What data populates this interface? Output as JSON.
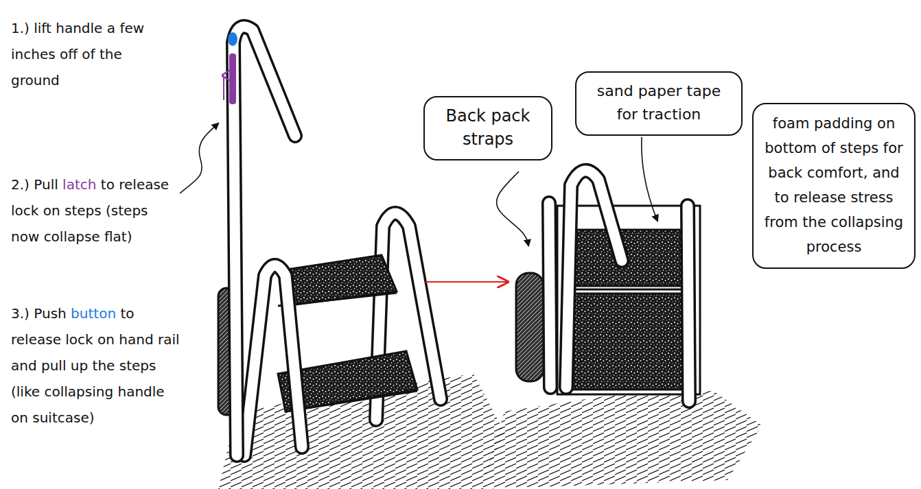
{
  "diagram": {
    "nodes": [
      {
        "text": [
          "Back pack straps"
        ]
      },
      {
        "text": [
          "sand paper tape for traction"
        ]
      },
      {
        "text": [
          "foam padding on bottom of steps for back comfort, and to release stress from the collapsing process"
        ]
      }
    ],
    "labels": [
      "1.) lift handle a few inches off of the ground",
      "2.) Pull",
      "latch",
      "to release lock on steps (steps now collapse flat)",
      "3.) Push",
      "button",
      "to release lock on hand rail and pull up the steps (like collapsing handle on suitcase)"
    ]
  }
}
